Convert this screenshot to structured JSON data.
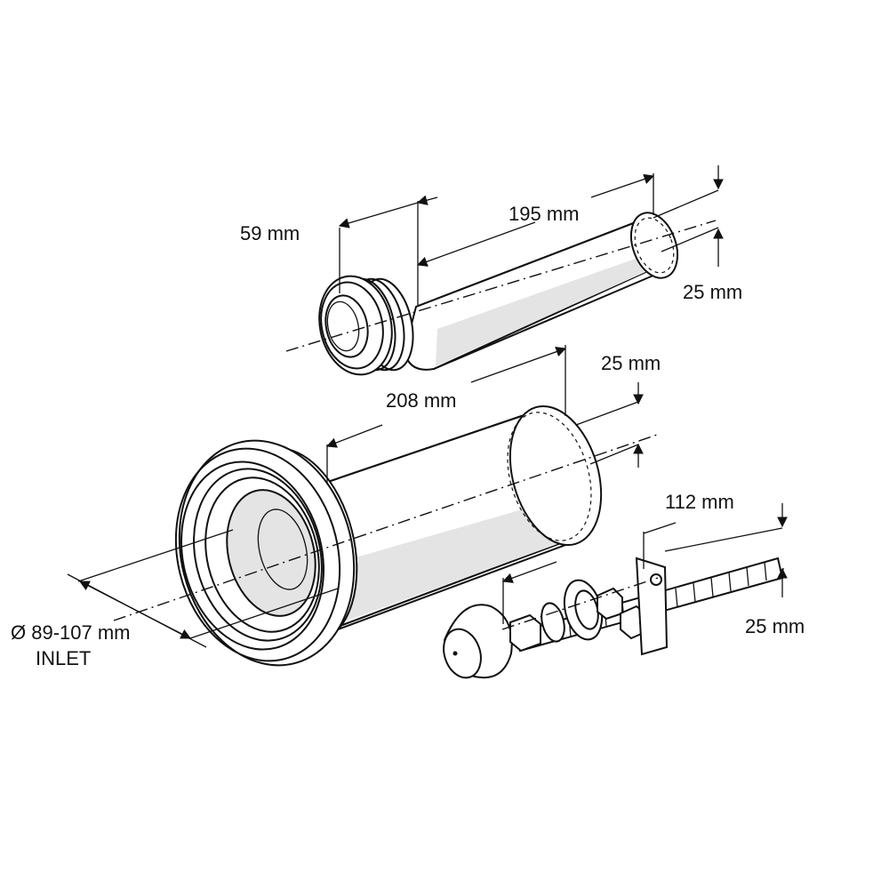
{
  "drawing": {
    "dimensions": {
      "small_pipe_offset": "59 mm",
      "small_pipe_length": "195 mm",
      "small_pipe_dia": "25 mm",
      "large_pipe_length": "208 mm",
      "large_pipe_dia": "25 mm",
      "inlet_dia": "Ø 89-107 mm",
      "inlet_label": "INLET",
      "bolt_length": "112 mm",
      "bolt_dia": "25 mm"
    },
    "parts": [
      "threaded-pipe-connector",
      "pan-connector-pipe",
      "fixing-bolt-kit"
    ]
  }
}
